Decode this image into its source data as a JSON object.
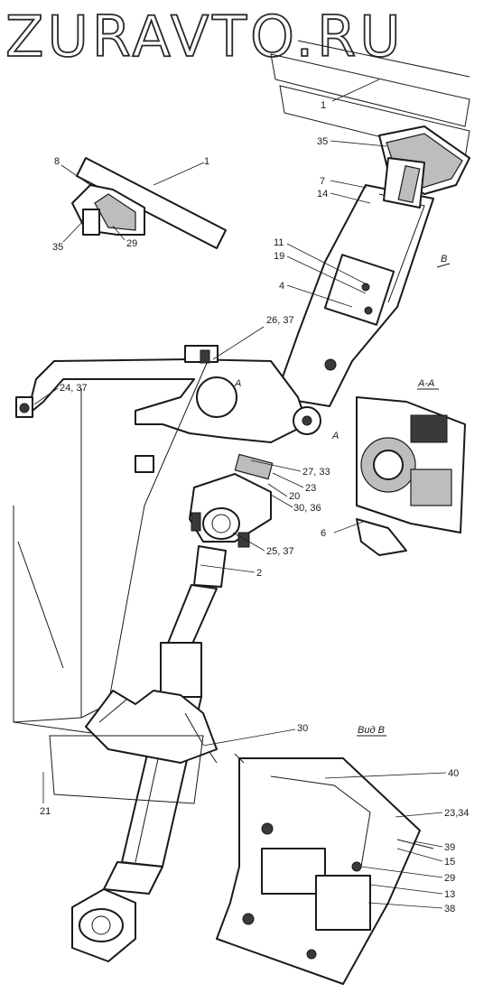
{
  "watermark": "ZURAVTO.RU",
  "section_label": "A-A",
  "view_label": "Вид В",
  "view_arrow_label": "B",
  "cut_labels": [
    "A",
    "A"
  ],
  "callouts": {
    "c1_top": "1",
    "c35_top": "35",
    "c7": "7",
    "c14": "14",
    "c8": "8",
    "c1_inset": "1",
    "c35_inset": "35",
    "c29_inset": "29",
    "c11": "11",
    "c19": "19",
    "c4": "4",
    "c26_37": "26, 37",
    "c24_37": "24, 37",
    "c27_33": "27, 33",
    "c23": "23",
    "c20": "20",
    "c30_36": "30, 36",
    "c6": "6",
    "c25_37": "25, 37",
    "c2": "2",
    "c30": "30",
    "c21": "21",
    "c40": "40",
    "c23_34": "23,34",
    "c39": "39",
    "c15": "15",
    "c29": "29",
    "c13": "13",
    "c38": "38"
  }
}
